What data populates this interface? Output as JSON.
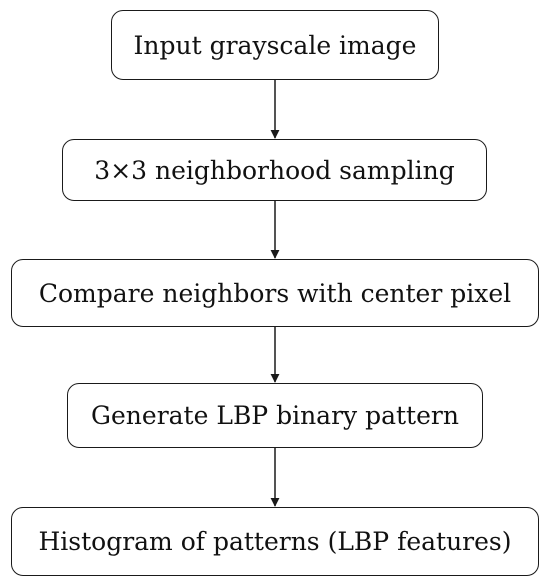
{
  "flowchart": {
    "steps": [
      {
        "label": "Input grayscale image"
      },
      {
        "label": "3×3 neighborhood sampling"
      },
      {
        "label": "Compare neighbors with center pixel"
      },
      {
        "label": "Generate LBP binary pattern"
      },
      {
        "label": "Histogram of patterns (LBP features)"
      }
    ]
  }
}
